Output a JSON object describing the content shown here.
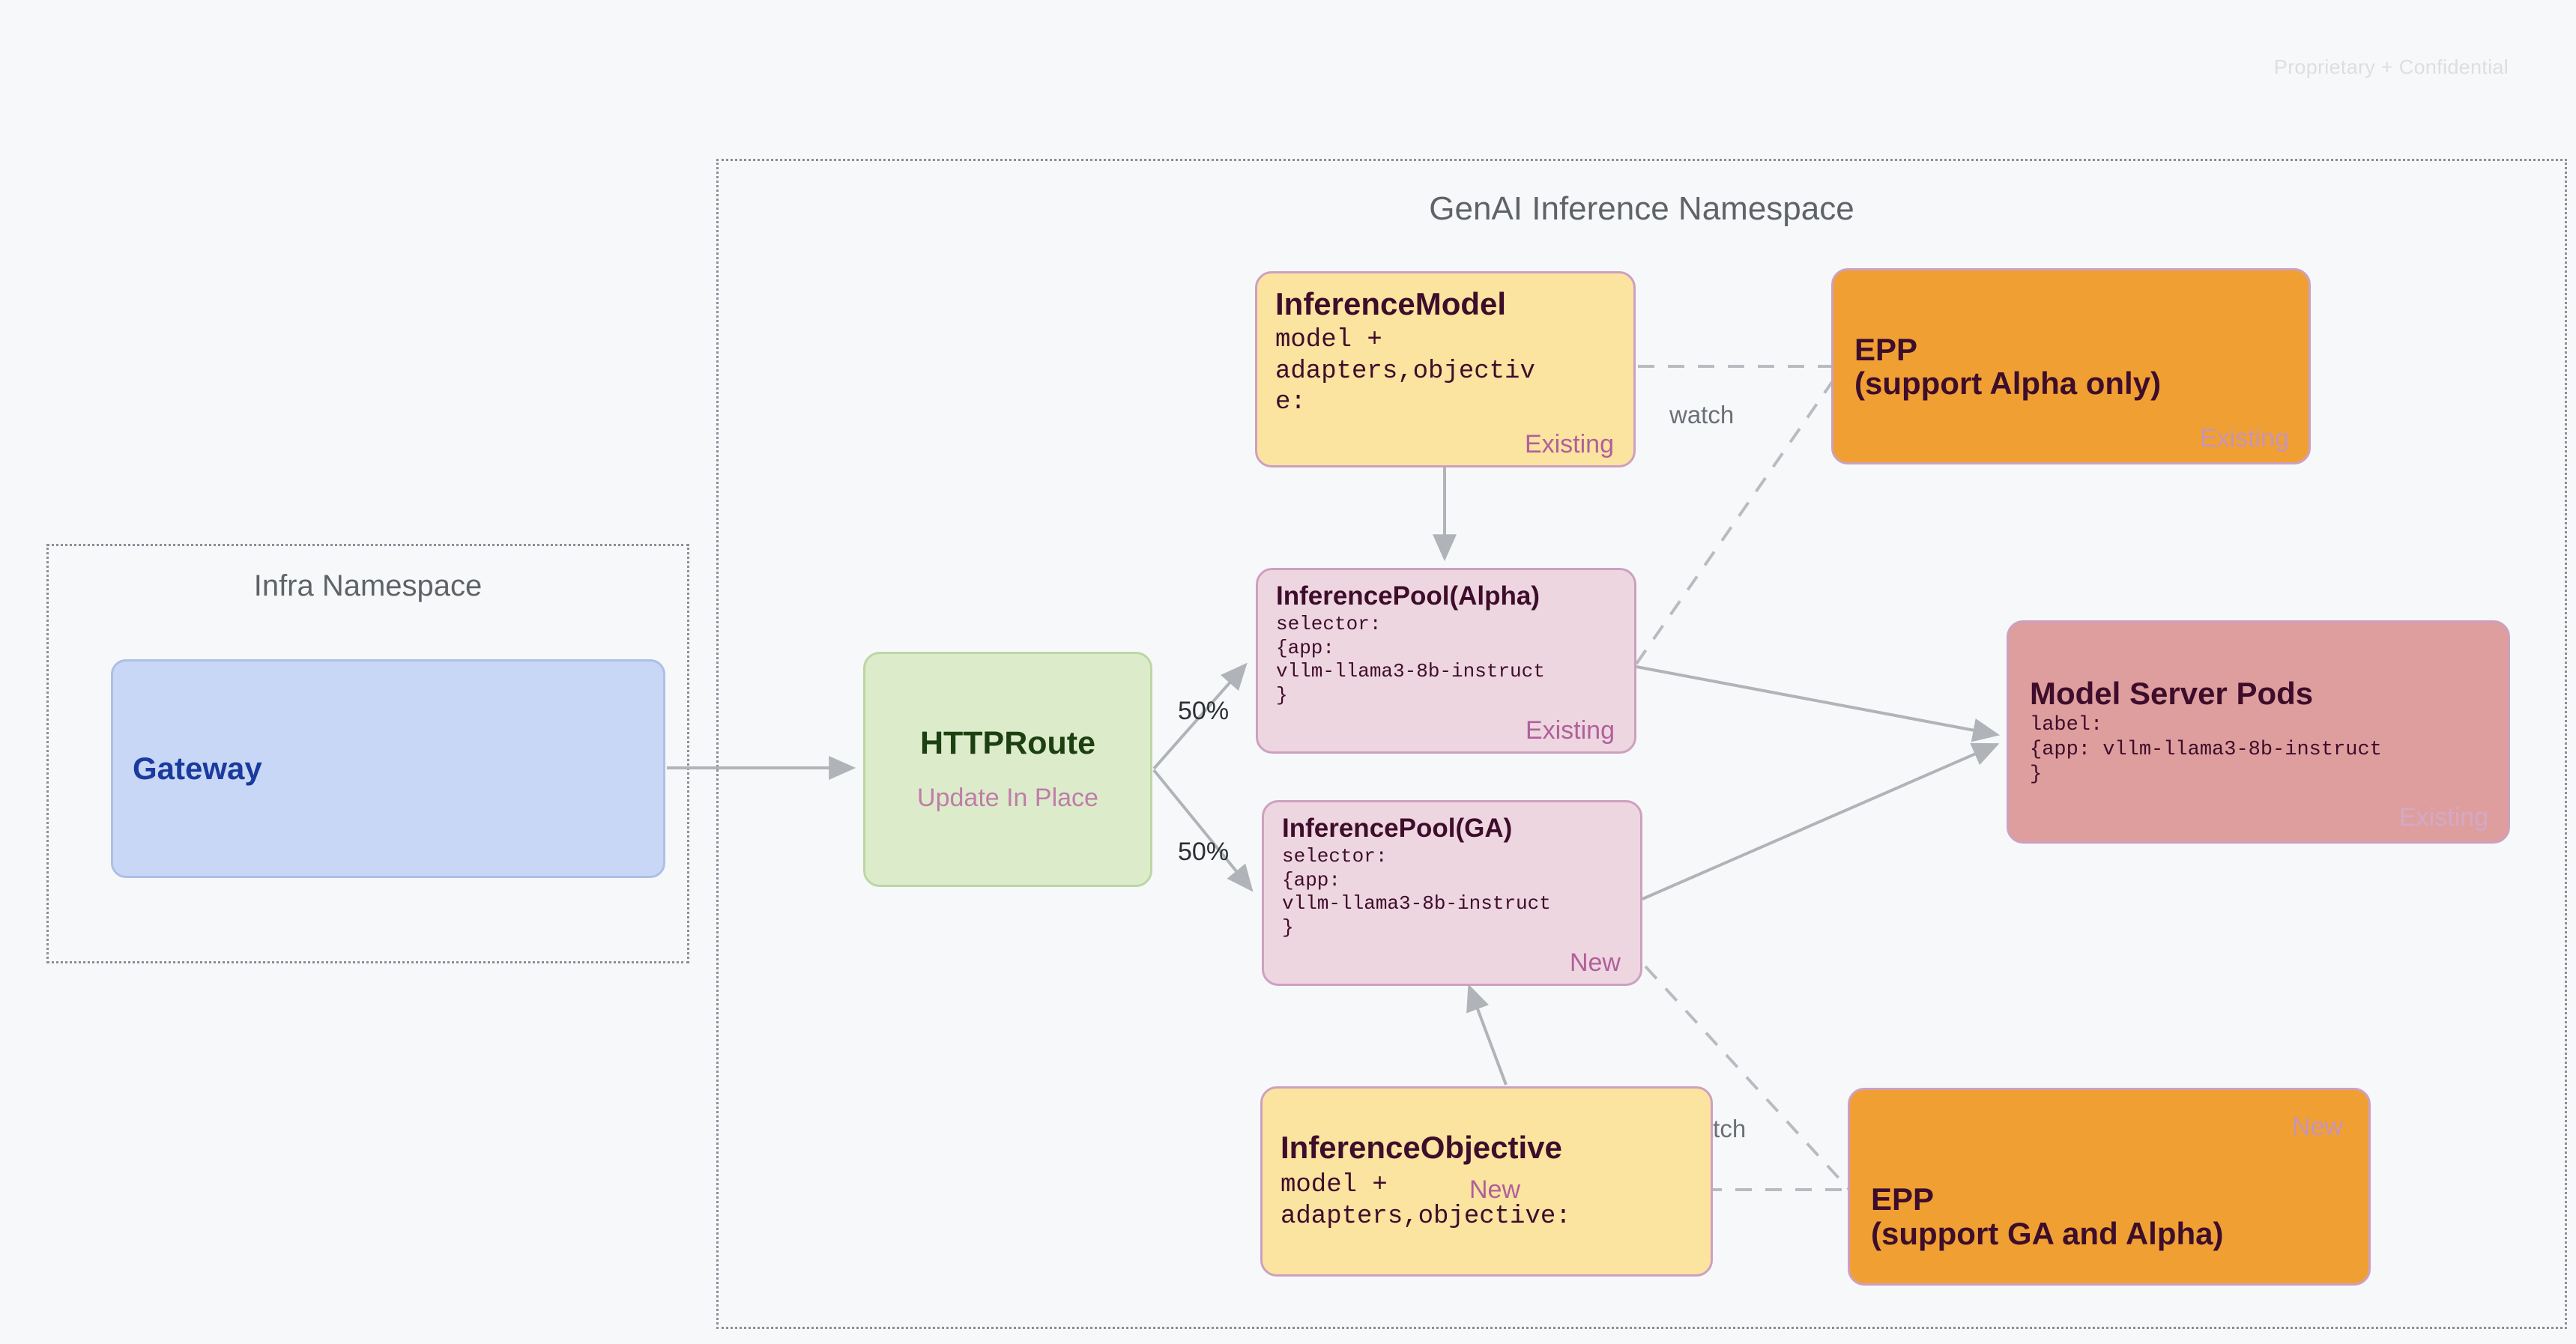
{
  "header": {
    "confidential_notice": "Proprietary + Confidential"
  },
  "namespaces": [
    {
      "id": "infra",
      "title": "Infra Namespace"
    },
    {
      "id": "genai",
      "title": "GenAI Inference Namespace"
    }
  ],
  "nodes": {
    "gateway": {
      "title": "Gateway"
    },
    "httproute": {
      "title": "HTTPRoute",
      "subtitle": "Update In Place"
    },
    "inference_model": {
      "title": "InferenceModel",
      "body": "model +\nadapters,objectiv\ne:",
      "status": "Existing"
    },
    "epp_alpha": {
      "title_line1": "EPP",
      "title_line2": "(support Alpha only)",
      "status": "Existing"
    },
    "inference_pool_alpha": {
      "title": "InferencePool(Alpha)",
      "body": "selector:\n{app:\nvllm-llama3-8b-instruct\n}",
      "status": "Existing"
    },
    "inference_pool_ga": {
      "title": "InferencePool(GA)",
      "body": "selector:\n{app:\nvllm-llama3-8b-instruct\n}",
      "status": "New"
    },
    "model_server_pods": {
      "title": "Model Server Pods",
      "body": "label:\n{app: vllm-llama3-8b-instruct\n}",
      "status": "Existing"
    },
    "inference_objective": {
      "title": "InferenceObjective",
      "body": "model +\nadapters,objective:",
      "status": "New"
    },
    "epp_ga": {
      "title_line1": "EPP",
      "title_line2": "(support GA and Alpha)",
      "status": "New"
    }
  },
  "edges": {
    "split_top_percent": "50%",
    "split_bottom_percent": "50%",
    "watch_top": "watch",
    "watch_bottom": "watch"
  },
  "colors": {
    "background": "#f7f8fa",
    "yellow_fill": "#fbe3a0",
    "orange_fill": "#f0a033",
    "pink_fill": "#eed6e1",
    "red_fill": "#df9e9e",
    "green_fill": "#dceccb",
    "blue_fill": "#c7d7f5",
    "node_border": "#cda0c0",
    "tag_purple": "#b0609a",
    "gateway_text": "#1a3a9e",
    "httproute_text": "#1d4011",
    "edge_gray": "#b0b4b8",
    "namespace_text": "#5f6368"
  }
}
